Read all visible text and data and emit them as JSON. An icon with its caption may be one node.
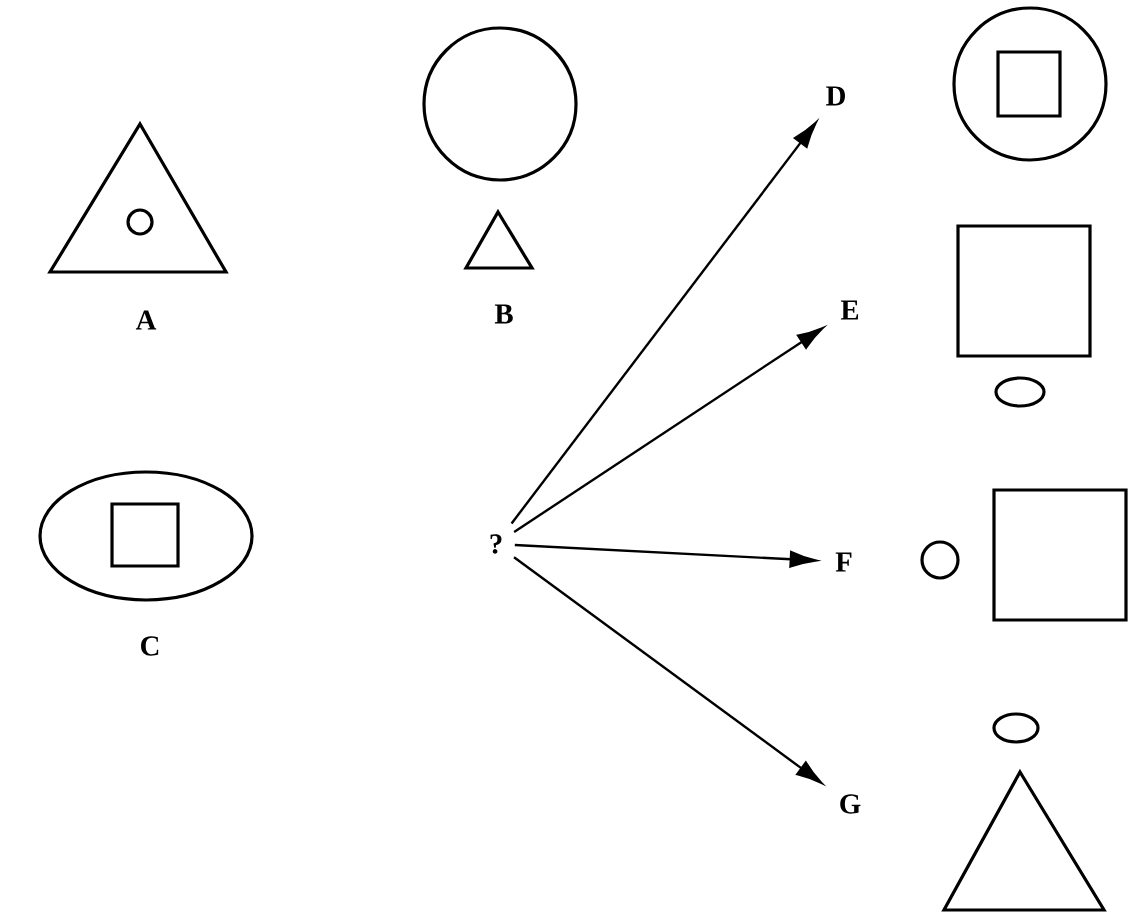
{
  "diagram": {
    "nodes": [
      {
        "text": [
          "?"
        ]
      },
      {
        "text": [
          "D"
        ]
      },
      {
        "text": [
          "E"
        ]
      },
      {
        "text": [
          "F"
        ]
      },
      {
        "text": [
          "G"
        ]
      }
    ],
    "edges": [
      {
        "from": 0,
        "to": 1,
        "arrow": "to"
      },
      {
        "from": 0,
        "to": 2,
        "arrow": "to"
      },
      {
        "from": 0,
        "to": 3,
        "arrow": "to"
      },
      {
        "from": 0,
        "to": 4,
        "arrow": "to"
      }
    ],
    "labels": [
      "A",
      "B",
      "C"
    ]
  }
}
